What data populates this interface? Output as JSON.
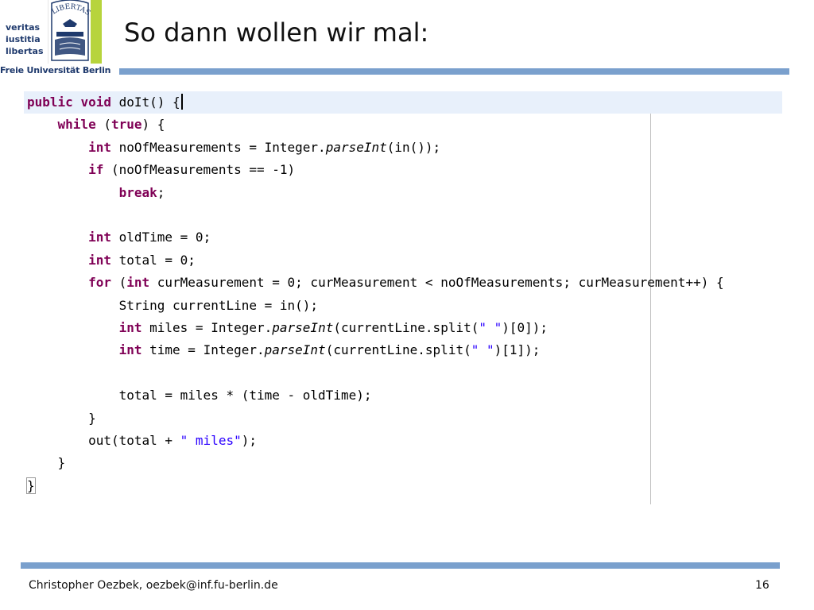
{
  "logo": {
    "words": [
      "veritas",
      "iustitia",
      "libertas"
    ],
    "seal_text": "LIBERTAS",
    "caption": "Freie Universität Berlin",
    "brand_green": "#b7d43c",
    "brand_blue": "#1f3a6d"
  },
  "slide": {
    "title": "So dann wollen wir mal:",
    "accent_color": "#7aa0cd"
  },
  "code": {
    "lines": [
      "public void doIt() {",
      "    while (true) {",
      "        int noOfMeasurements = Integer.parseInt(in());",
      "        if (noOfMeasurements == -1)",
      "            break;",
      "",
      "        int oldTime = 0;",
      "        int total = 0;",
      "        for (int curMeasurement = 0; curMeasurement < noOfMeasurements; curMeasurement++) {",
      "            String currentLine = in();",
      "            int miles = Integer.parseInt(currentLine.split(\" \")[0]);",
      "            int time = Integer.parseInt(currentLine.split(\" \")[1]);",
      "",
      "            total = miles * (time - oldTime);",
      "        }",
      "        out(total + \" miles\");",
      "    }",
      "}"
    ],
    "keyword_color": "#7f0055",
    "string_color": "#2a00ff"
  },
  "footer": {
    "author": "Christopher Oezbek, oezbek@inf.fu-berlin.de",
    "page_number": "16"
  }
}
